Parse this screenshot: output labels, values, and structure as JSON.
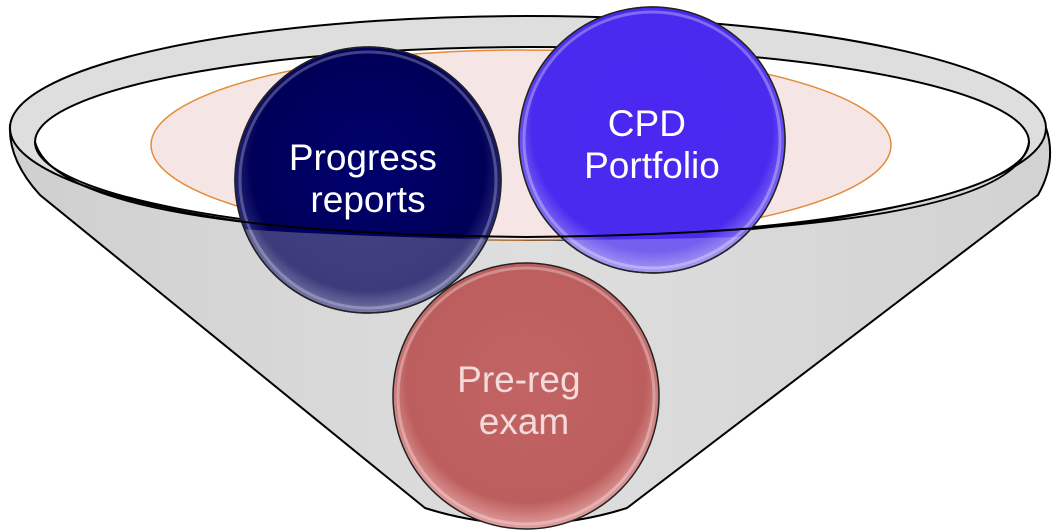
{
  "colors": {
    "funnel_fill": "#d9d9d9",
    "funnel_stroke": "#000000",
    "inner_ellipse_fill": "#f5e4e4",
    "inner_ellipse_stroke": "#e08a3c",
    "progress_reports": "#000060",
    "cpd_portfolio": "#4a2af0",
    "pre_reg_exam": "#c06060"
  },
  "circles": [
    {
      "id": "progress-reports",
      "lines": [
        "Progress",
        "reports"
      ],
      "text_color": "#ffffff"
    },
    {
      "id": "cpd-portfolio",
      "lines": [
        "CPD",
        "Portfolio"
      ],
      "text_color": "#ffffff"
    },
    {
      "id": "pre-reg-exam",
      "lines": [
        "Pre-reg",
        "exam"
      ],
      "text_color": "#f4dada"
    }
  ]
}
